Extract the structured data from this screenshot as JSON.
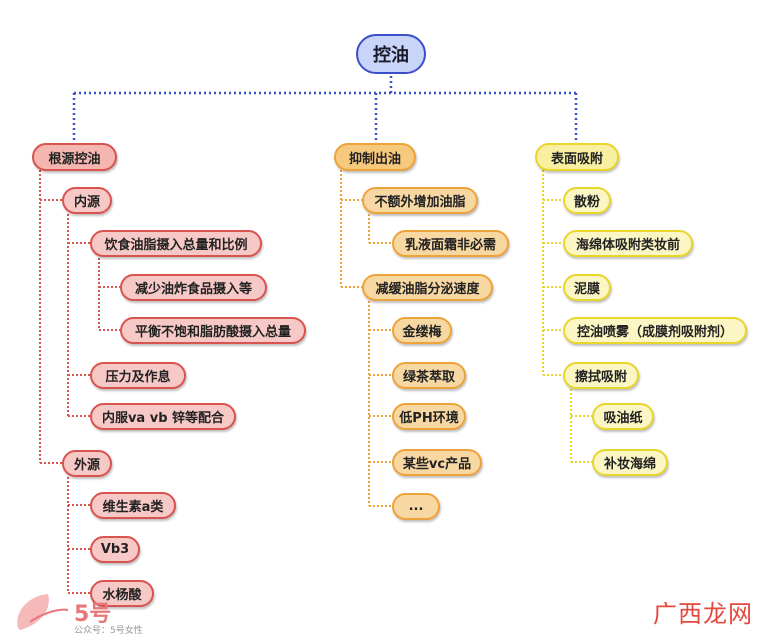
{
  "root": "控油",
  "branches": {
    "a": {
      "title": "根源控油",
      "inner": "内源",
      "inner_items": {
        "diet": "饮食油脂摄入总量和比例",
        "diet_sub1": "减少油炸食品摄入等",
        "diet_sub2": "平衡不饱和脂肪酸摄入总量",
        "stress": "压力及作息",
        "oral": "内服va vb 锌等配合"
      },
      "outer": "外源",
      "outer_items": [
        "维生素a类",
        "Vb3",
        "水杨酸"
      ]
    },
    "b": {
      "title": "抑制出油",
      "g1": "不额外增加油脂",
      "g1_sub": "乳液面霜非必需",
      "g2": "减缓油脂分泌速度",
      "g2_items": [
        "金缕梅",
        "绿茶萃取",
        "低PH环境",
        "某些vc产品",
        "..."
      ]
    },
    "c": {
      "title": "表面吸附",
      "items": [
        "散粉",
        "海绵体吸附类妆前",
        "泥膜",
        "控油喷雾（成膜剂吸附剂）"
      ],
      "wipe": "擦拭吸附",
      "wipe_items": [
        "吸油纸",
        "补妆海绵"
      ]
    }
  },
  "watermark": {
    "left_brand": "5号",
    "left_sub": "公众号：5号女性",
    "right_brand": "广西龙网"
  },
  "colors": {
    "root_border": "#3a4fc8",
    "red": "#d9534f",
    "orange": "#eea23a",
    "yellow": "#e8d62a"
  }
}
